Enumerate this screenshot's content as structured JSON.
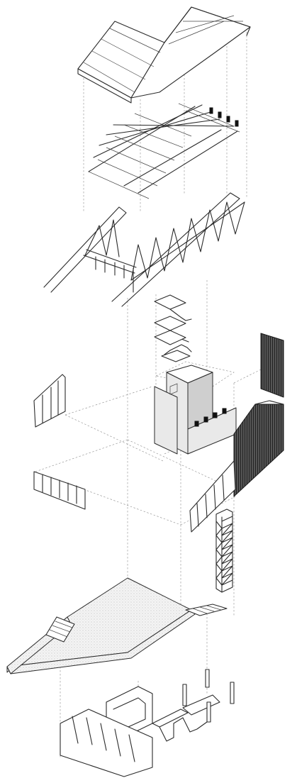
{
  "diagram": {
    "kind": "exploded-axonometric",
    "components": [
      {
        "id": "roof-panels",
        "icon": "roof-icon"
      },
      {
        "id": "purlin-grid",
        "icon": "purlin-icon"
      },
      {
        "id": "roof-trusses",
        "icon": "truss-icon"
      },
      {
        "id": "stair-flights",
        "icon": "stair-icon"
      },
      {
        "id": "core-block",
        "icon": "core-icon"
      },
      {
        "id": "corrugated-panels",
        "icon": "corrugated-icon"
      },
      {
        "id": "window-frames",
        "icon": "window-icon"
      },
      {
        "id": "lattice-tower",
        "icon": "tower-icon"
      },
      {
        "id": "floor-slab",
        "icon": "slab-icon"
      },
      {
        "id": "foundations",
        "icon": "foundation-icon"
      }
    ],
    "colors": {
      "line": "#2b2b2b",
      "guide": "#8a8a8a",
      "fill_light": "#e9e9e9",
      "fill_mid": "#cfcfcf",
      "fill_dark": "#3a3a3a",
      "background": "#ffffff"
    }
  }
}
